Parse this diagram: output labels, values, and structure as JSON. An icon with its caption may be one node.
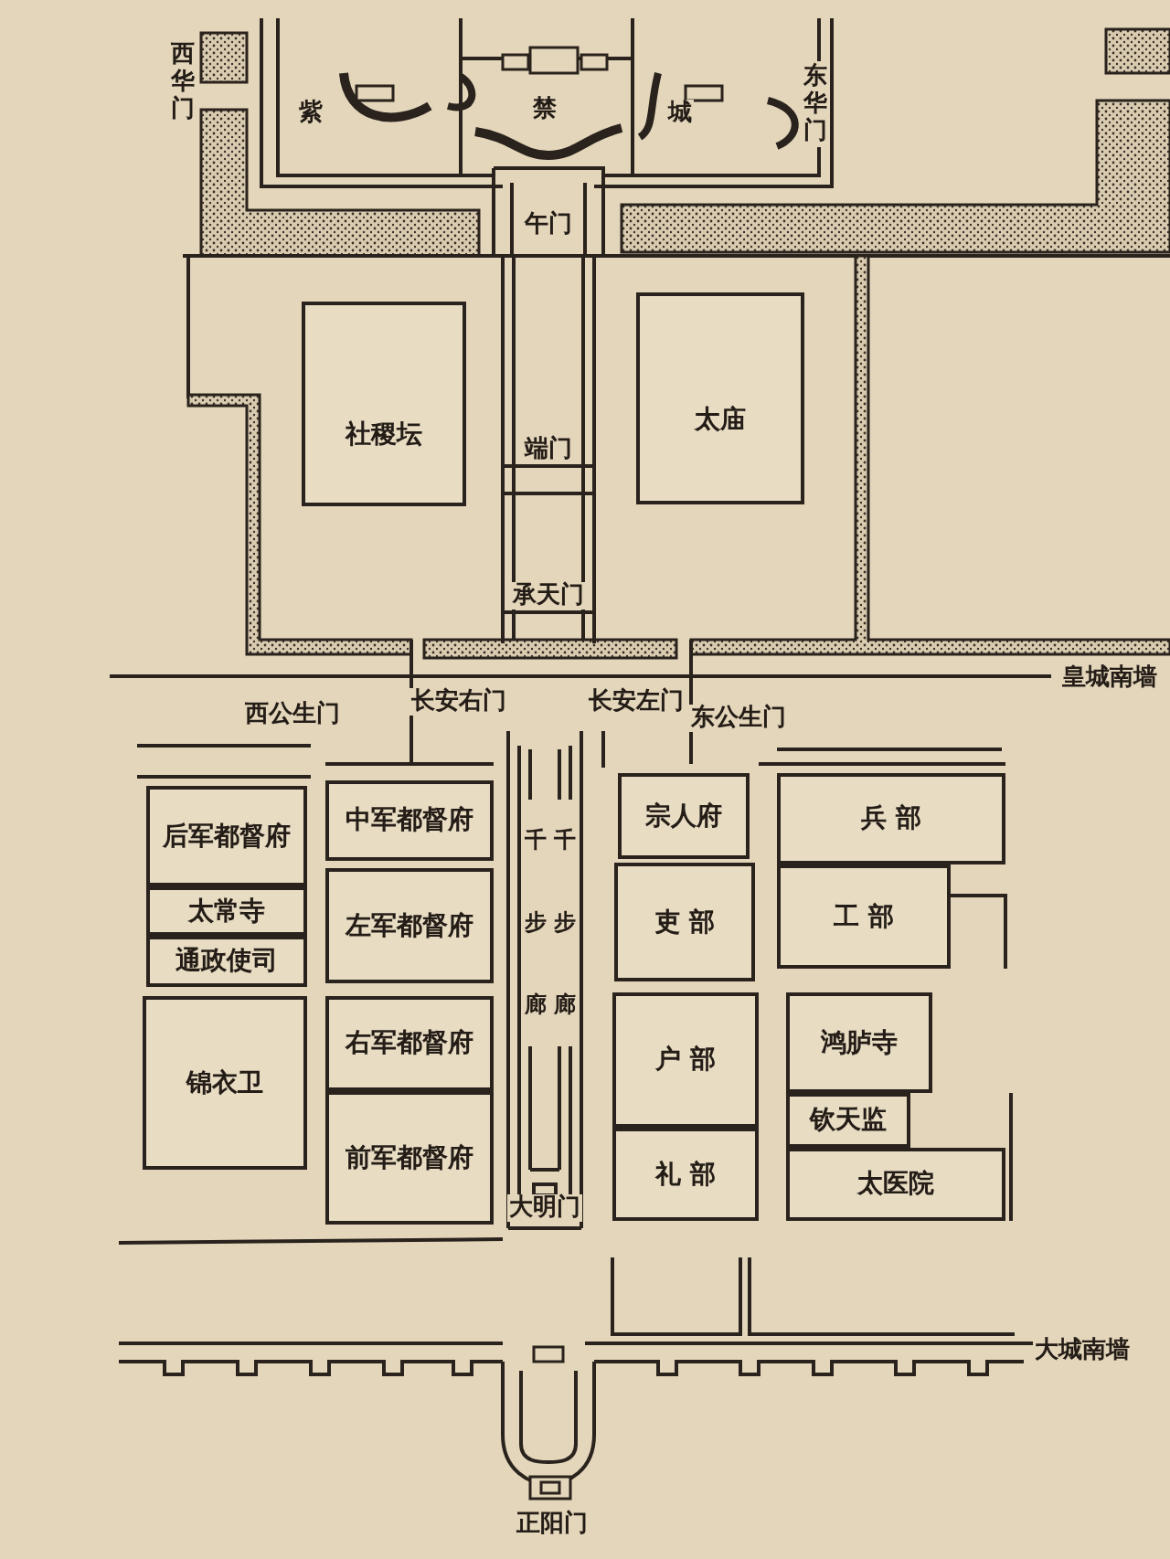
{
  "diagram": {
    "nodes": [
      {
        "text": [
          "社稷坛"
        ]
      },
      {
        "text": [
          "太庙"
        ]
      },
      {
        "text": [
          "后军都督府"
        ]
      },
      {
        "text": [
          "中军都督府"
        ]
      },
      {
        "text": [
          "宗人府"
        ]
      },
      {
        "text": [
          "兵 部"
        ]
      },
      {
        "text": [
          "太常寺"
        ]
      },
      {
        "text": [
          "吏 部"
        ]
      },
      {
        "text": [
          "左军都督府"
        ]
      },
      {
        "text": [
          "工 部"
        ]
      },
      {
        "text": [
          "通政使司"
        ]
      },
      {
        "text": [
          "户 部"
        ]
      },
      {
        "text": [
          "鸿胪寺"
        ]
      },
      {
        "text": [
          "右军都督府"
        ]
      },
      {
        "text": [
          "锦衣卫"
        ]
      },
      {
        "text": [
          "钦天监"
        ]
      },
      {
        "text": [
          "前军都督府"
        ]
      },
      {
        "text": [
          "礼 部"
        ]
      },
      {
        "text": [
          "太医院"
        ]
      }
    ],
    "labels": [
      "西华门",
      "紫",
      "禁",
      "城",
      "东华门",
      "午门",
      "端门",
      "承天门",
      "皇城南墙",
      "西公生门",
      "长安右门",
      "长安左门",
      "东公生门",
      "千步廊",
      "千步廊",
      "大明门",
      "大城南墙",
      "正阳门"
    ]
  }
}
